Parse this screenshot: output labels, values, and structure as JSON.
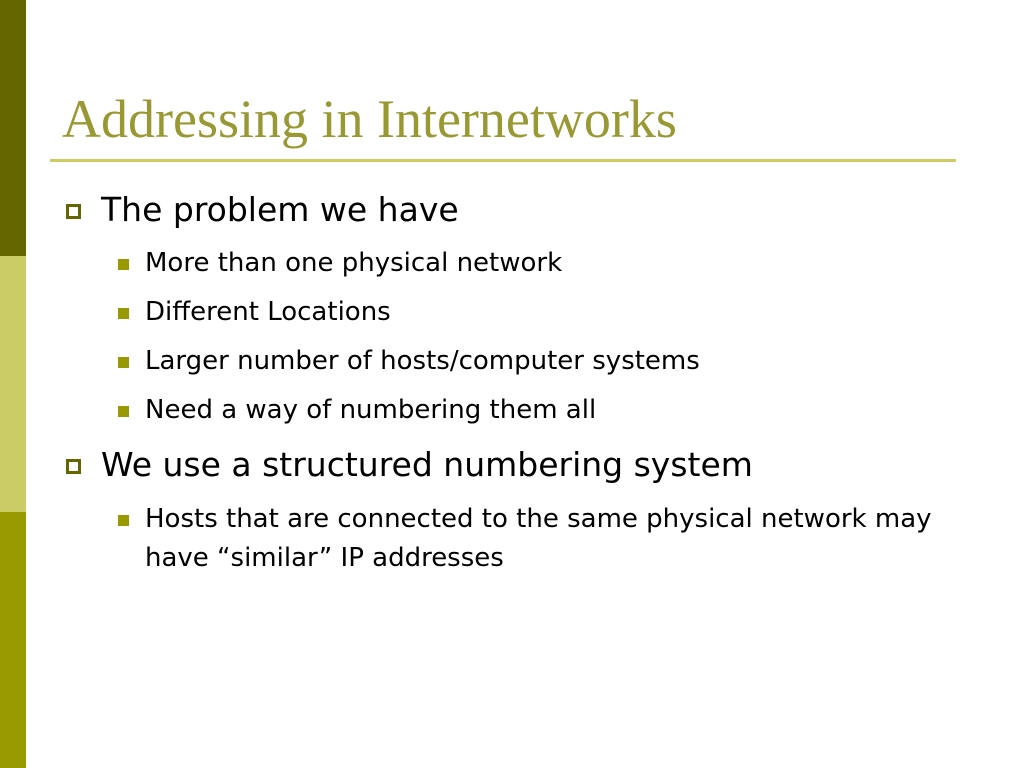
{
  "slide": {
    "title": "Addressing in Internetworks",
    "colors": {
      "title": "#999933",
      "stripe_top": "#666600",
      "stripe_middle": "#cccc66",
      "stripe_bottom": "#999900",
      "rule": "#cccc66",
      "bullet_l1": "#666600",
      "bullet_l2": "#999900"
    },
    "bullets": [
      {
        "text": "The problem we have",
        "icon": "hollow-square-bullet-icon",
        "sub": [
          {
            "text": "More than one physical network",
            "icon": "filled-square-bullet-icon"
          },
          {
            "text": "Different Locations",
            "icon": "filled-square-bullet-icon"
          },
          {
            "text": "Larger number of hosts/computer systems",
            "icon": "filled-square-bullet-icon"
          },
          {
            "text": "Need a way of numbering them all",
            "icon": "filled-square-bullet-icon"
          }
        ]
      },
      {
        "text": "We use a structured numbering system",
        "icon": "hollow-square-bullet-icon",
        "sub": [
          {
            "text": "Hosts that are connected to the same physical network may have “similar” IP addresses",
            "icon": "filled-square-bullet-icon"
          }
        ]
      }
    ]
  }
}
